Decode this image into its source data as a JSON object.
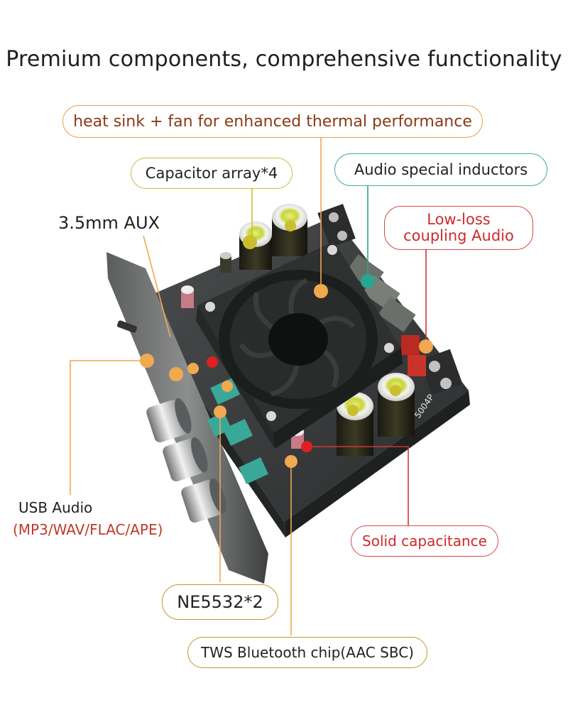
{
  "page_title": "Premium components, comprehensive functionality",
  "labels": {
    "heat_sink": "heat sink + fan for enhanced thermal performance",
    "capacitor_array": "Capacitor array*4",
    "audio_inductors": "Audio special inductors",
    "aux": "3.5mm AUX",
    "low_loss_line1": "Low-loss",
    "low_loss_line2": "coupling Audio",
    "usb_audio": "USB Audio",
    "usb_formats": "(MP3/WAV/FLAC/APE)",
    "solid_capacitance": "Solid capacitance",
    "ne5532": "NE5532*2",
    "tws_chip": "TWS Bluetooth chip(AAC SBC)"
  },
  "board_marking": "5004P",
  "colors": {
    "orange_callout": "#f0a94f",
    "olive_callout": "#c9bf2e",
    "teal_callout": "#2aa58f",
    "red_callout": "#d63434",
    "dark_red_text": "#8a3a16"
  }
}
